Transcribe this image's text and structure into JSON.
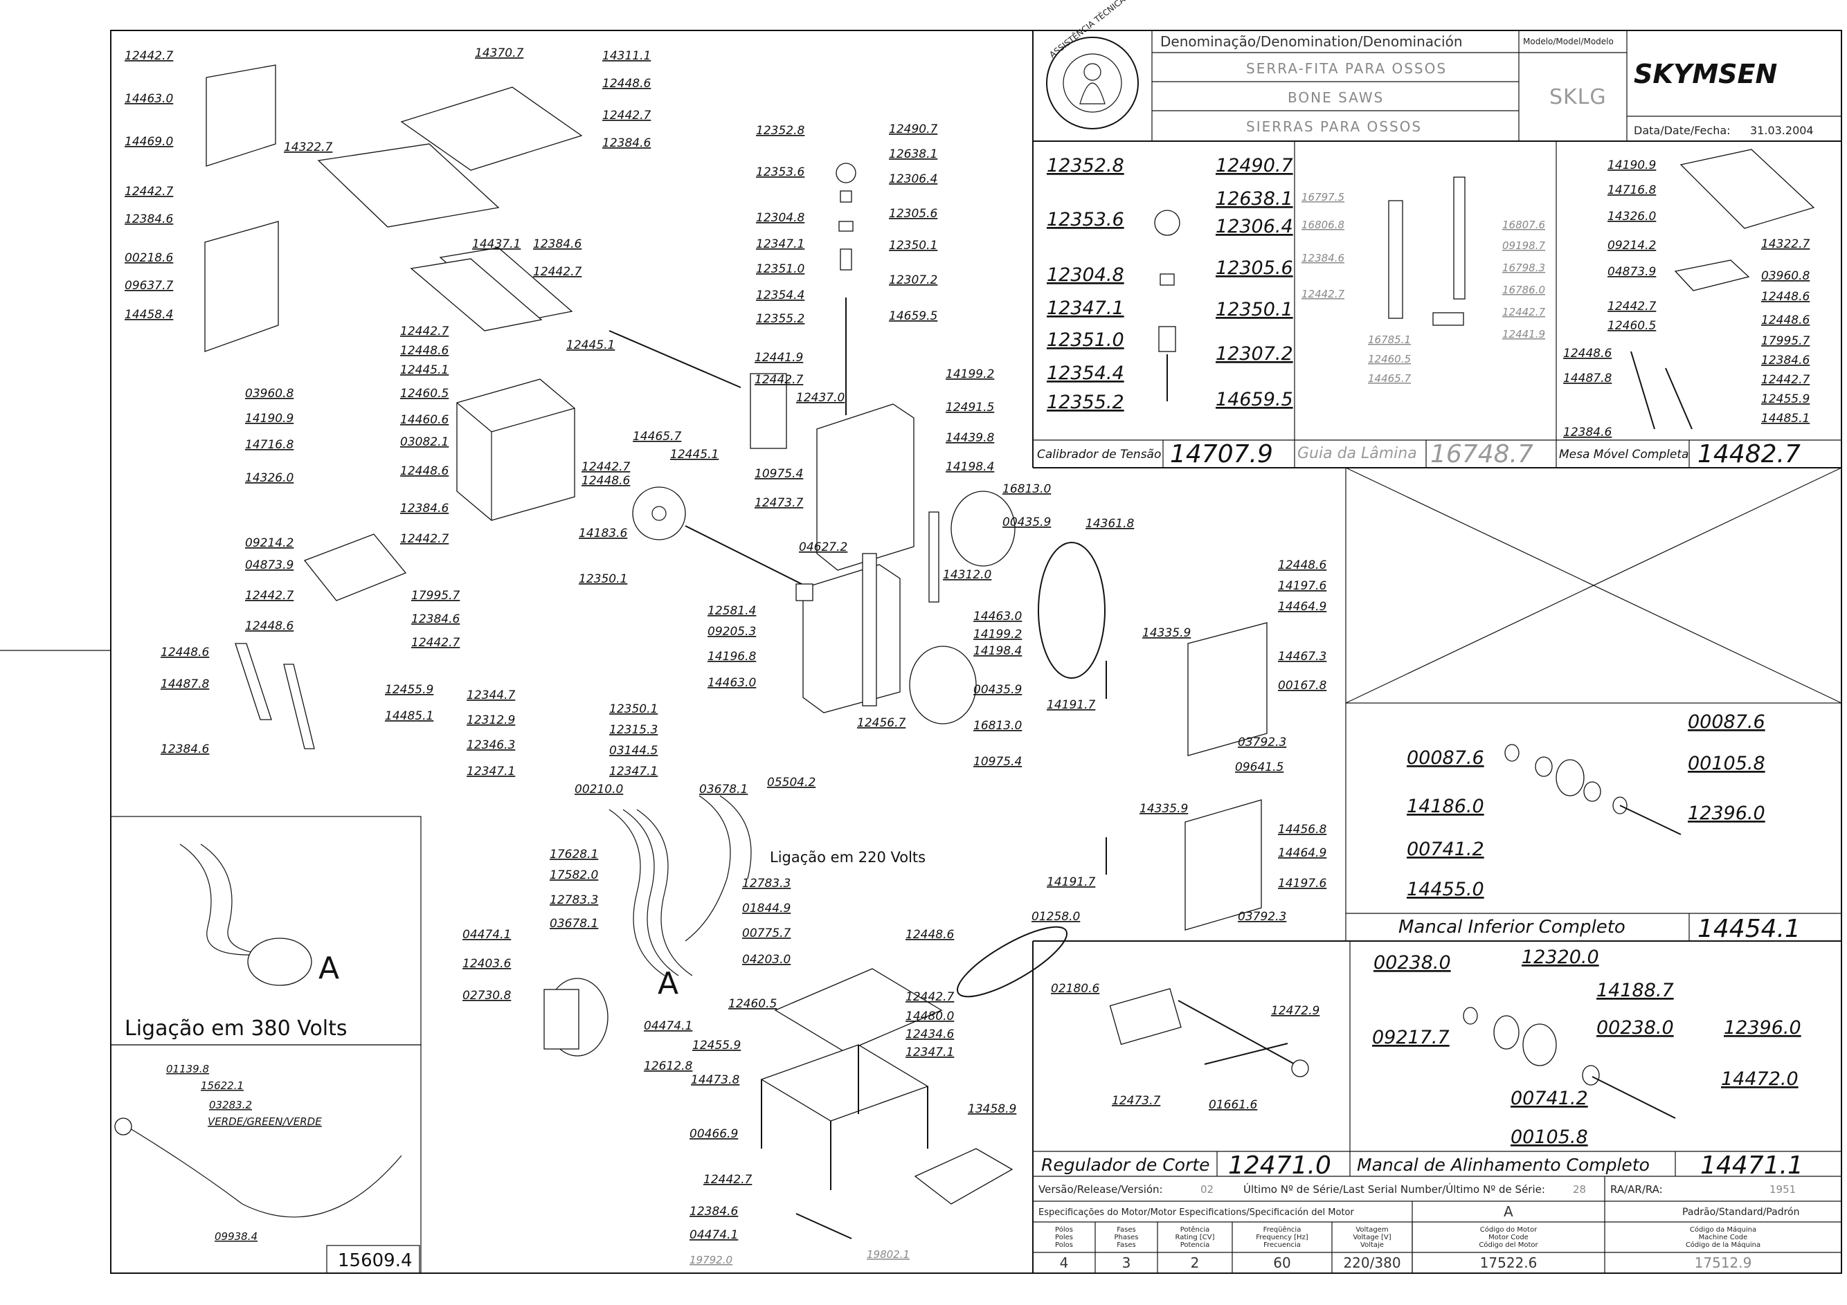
{
  "title_block": {
    "denomination_header": "Denominação/Denomination/Denominación",
    "model_header": "Modelo/Model/Modelo",
    "name_pt": "SERRA-FITA PARA OSSOS",
    "name_en": "BONE SAWS",
    "name_es": "SIERRAS PARA OSSOS",
    "model": "SKLG",
    "brand": "SKYMSEN",
    "date_label": "Data/Date/Fecha:",
    "date": "31.03.2004",
    "seal_text": "ASSISTÊNCIA TÉCNICA AUTORIZADA",
    "version_label": "Versão/Release/Versión:",
    "version": "02",
    "serial_label": "Último Nº de Série/Last Serial Number/Último Nº de Série:",
    "serial": "28",
    "ra_label": "RA/AR/RA:",
    "ra": "1951",
    "motor_spec_label": "Especificações do Motor/Motor Especifications/Specificación del Motor",
    "motor_variant": "A",
    "standard_label": "Padrão/Standard/Padrón",
    "motor_columns": [
      {
        "header": "Pólos\nPoles\nPolos",
        "value": "4"
      },
      {
        "header": "Fases\nPhases\nFases",
        "value": "3"
      },
      {
        "header": "Potência\nRating [CV]\nPotencia",
        "value": "2"
      },
      {
        "header": "Freqüência\nFrequency [Hz]\nFrecuencia",
        "value": "60"
      },
      {
        "header": "Voltagem\nVoltage [V]\nVoltaje",
        "value": "220/380"
      },
      {
        "header": "Código do Motor\nMotor Code\nCódigo del Motor",
        "value": "17522.6"
      },
      {
        "header": "Código da Máquina\nMachine Code\nCódigo de la Máquina",
        "value": "17512.9"
      }
    ]
  },
  "assemblies": {
    "calibrador": {
      "caption": "Calibrador de Tensão",
      "code": "14707.9"
    },
    "guia": {
      "caption": "Guia da Lâmina",
      "code": "16748.7"
    },
    "mesa": {
      "caption": "Mesa Móvel Completa",
      "code": "14482.7"
    },
    "mancal_inferior": {
      "caption": "Mancal Inferior Completo",
      "code": "14454.1"
    },
    "regulador": {
      "caption": "Regulador de Corte",
      "code": "12471.0"
    },
    "mancal_alinhamento": {
      "caption": "Mancal de Alinhamento Completo",
      "code": "14471.1"
    },
    "wiring_380": {
      "caption": "Ligação em 380 Volts",
      "mark": "A"
    },
    "wiring_220": {
      "caption": "Ligação em 220 Volts",
      "mark": "A"
    },
    "cable_kit": {
      "code": "15609.4"
    }
  },
  "callouts": {
    "panels_left": [
      "12442.7",
      "14463.0",
      "14469.0",
      "12442.7",
      "12384.6",
      "00218.6",
      "09637.7",
      "14458.4"
    ],
    "top_covers": [
      "14370.7",
      "14311.1",
      "12448.6",
      "12442.7",
      "12384.6",
      "14322.7",
      "14437.1",
      "12384.6",
      "12442.7"
    ],
    "frame_box": [
      "12442.7",
      "12448.6",
      "12445.1",
      "12460.5",
      "14460.6",
      "03082.1",
      "12448.6",
      "12442.7",
      "12384.6",
      "12448.6",
      "12442.7"
    ],
    "table_left": [
      "03960.8",
      "14190.9",
      "14716.8",
      "14326.0",
      "09214.2",
      "04873.9",
      "12442.7",
      "12448.6",
      "17995.7",
      "12384.6",
      "12442.7",
      "12448.6",
      "14487.8",
      "12384.6",
      "12455.9",
      "14485.1"
    ],
    "shaft_upper": [
      "12445.1",
      "14465.7",
      "12445.1",
      "14183.6",
      "12350.1"
    ],
    "tension_column": [
      "12352.8",
      "12490.7",
      "12638.1",
      "12353.6",
      "12306.4",
      "12304.8",
      "12305.6",
      "12347.1",
      "12350.1",
      "12351.0",
      "12307.2",
      "12354.4",
      "12355.2",
      "14659.5",
      "12441.9",
      "12442.7",
      "12437.0"
    ],
    "body": [
      "14199.2",
      "12491.5",
      "14439.8",
      "14198.4",
      "16813.0",
      "00435.9",
      "10975.4",
      "12473.7",
      "04627.2",
      "14312.0",
      "12581.4",
      "09205.3",
      "14196.8",
      "14463.0",
      "14463.0",
      "14199.2",
      "14198.4",
      "00435.9",
      "12456.7",
      "16813.0",
      "10975.4",
      "14361.8"
    ],
    "small_left": [
      "12344.7",
      "12312.9",
      "12346.3",
      "12347.1",
      "12350.1",
      "12315.3",
      "03144.5",
      "12347.1"
    ],
    "doors": [
      "12448.6",
      "14197.6",
      "14464.9",
      "14335.9",
      "14467.3",
      "00167.8",
      "14191.7",
      "03792.3",
      "09641.5",
      "14335.9",
      "14456.8",
      "14464.9",
      "14197.6",
      "14191.7",
      "03792.3",
      "01258.0"
    ],
    "wiring": [
      "00210.0",
      "03678.1",
      "05504.2",
      "17628.1",
      "12783.3",
      "17582.0",
      "01844.9",
      "12783.3",
      "00775.7",
      "03678.1",
      "04203.0",
      "04474.1",
      "12403.6",
      "02730.8",
      "04474.1",
      "12612.8"
    ],
    "base": [
      "12448.6",
      "12442.7",
      "14480.0",
      "12460.5",
      "12434.6",
      "12455.9",
      "12347.1",
      "14473.8",
      "00466.9",
      "13458.9",
      "12442.7",
      "12384.6",
      "04474.1",
      "19792.0",
      "19802.1"
    ],
    "wiring_380_cable": [
      "01139.8",
      "15622.1",
      "03283.2",
      "VERDE/GREEN/VERDE",
      "09938.4"
    ],
    "calibrador_detail": [
      "12352.8",
      "12490.7",
      "12638.1",
      "12353.6",
      "12306.4",
      "12304.8",
      "12305.6",
      "12347.1",
      "12350.1",
      "12351.0",
      "12307.2",
      "12354.4",
      "12355.2",
      "14659.5"
    ],
    "guia_detail": [
      "16797.5",
      "16806.8",
      "16807.6",
      "09198.7",
      "12384.6",
      "16798.3",
      "12442.7",
      "16786.0",
      "12442.7",
      "16785.1",
      "12441.9",
      "12460.5",
      "14465.7"
    ],
    "mesa_detail": [
      "14190.9",
      "14716.8",
      "14326.0",
      "09214.2",
      "04873.9",
      "14322.7",
      "03960.8",
      "12448.6",
      "12442.7",
      "12460.5",
      "12448.6",
      "17995.7",
      "12384.6",
      "12442.7",
      "12448.6",
      "14487.8",
      "12455.9",
      "12384.6",
      "14485.1"
    ],
    "mancal_inferior_detail": [
      "00087.6",
      "00087.6",
      "00105.8",
      "14186.0",
      "12396.0",
      "00741.2",
      "14455.0"
    ],
    "regulador_detail": [
      "02180.6",
      "12472.9",
      "12473.7",
      "01661.6"
    ],
    "mancal_alinhamento_detail": [
      "00238.0",
      "12320.0",
      "14188.7",
      "09217.7",
      "00238.0",
      "12396.0",
      "00741.2",
      "14472.0",
      "00105.8"
    ]
  }
}
